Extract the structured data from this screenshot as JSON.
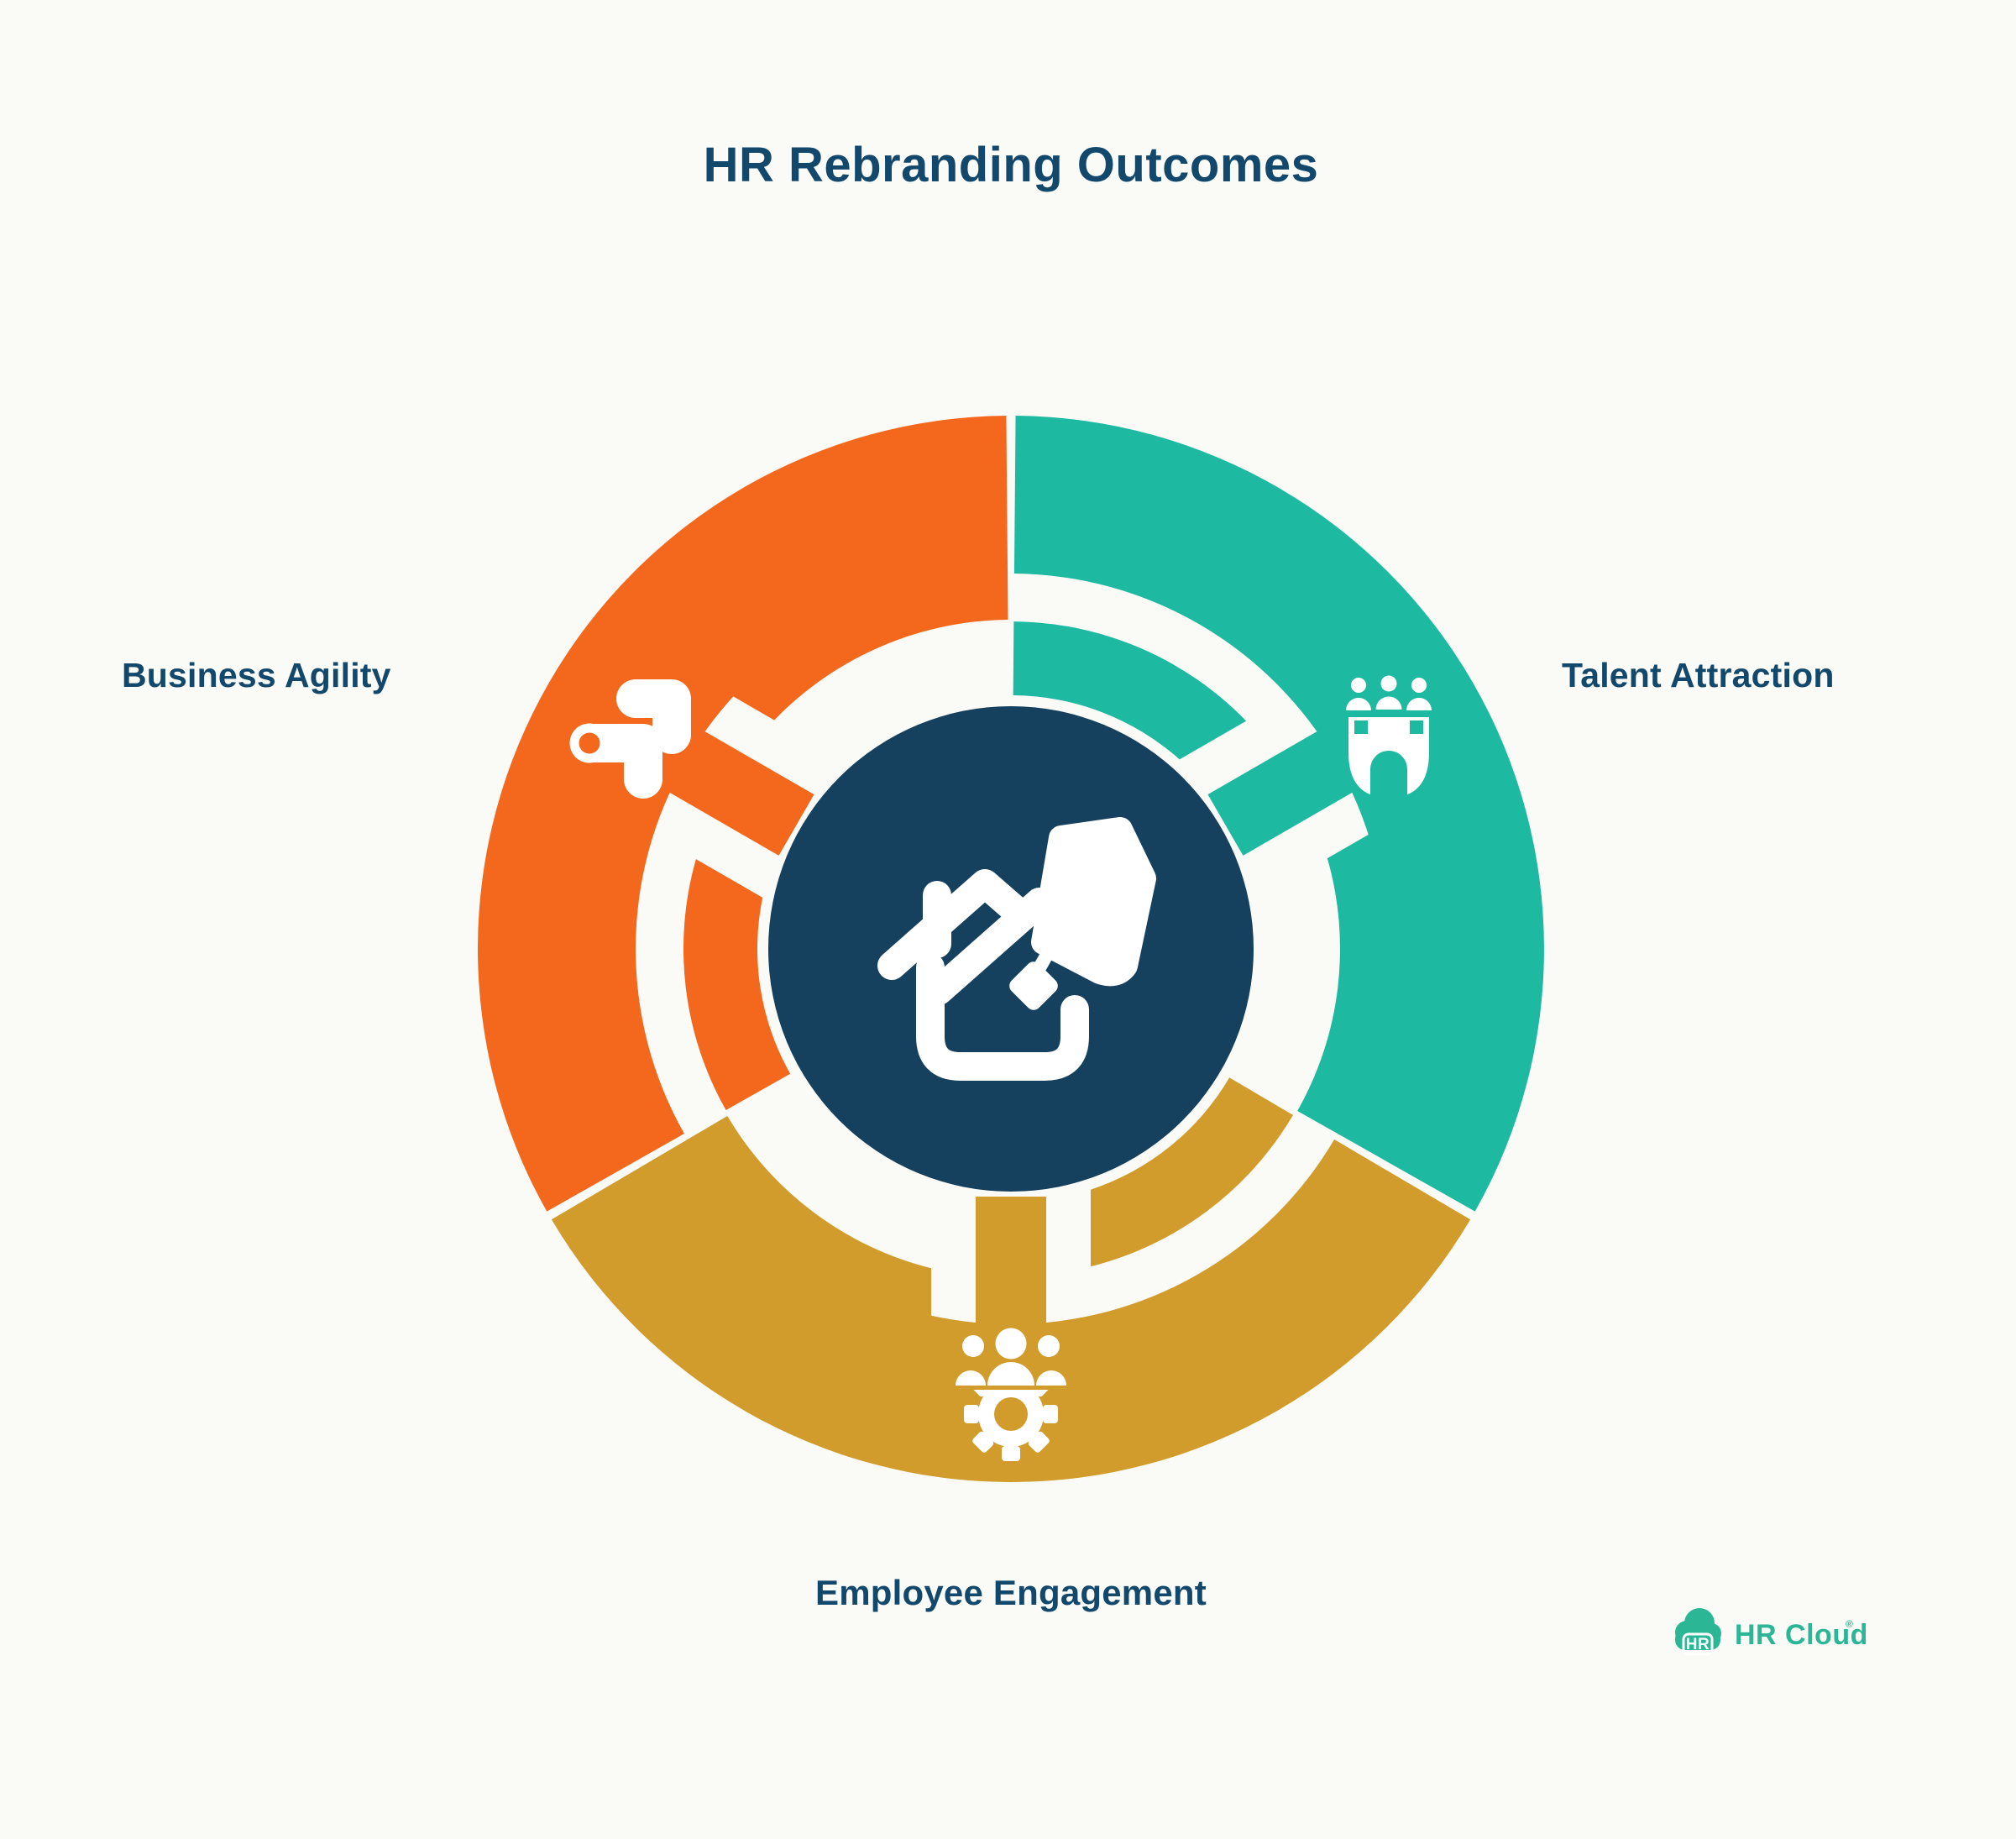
{
  "title": "HR Rebranding Outcomes",
  "colors": {
    "background": "#FAFAF7",
    "white": "#FFFFFF",
    "navy_center": "#15405E",
    "label_text": "#13486D",
    "logo_teal": "#2BB795"
  },
  "segments": [
    {
      "id": "business-agility",
      "label": "Business Agility",
      "color": "#F3681C",
      "icon": "agility-arrows-icon",
      "label_position": "left"
    },
    {
      "id": "talent-attraction",
      "label": "Talent Attraction",
      "color": "#1DB9A1",
      "icon": "magnet-people-icon",
      "label_position": "right"
    },
    {
      "id": "employee-engagement",
      "label": "Employee Engagement",
      "color": "#D19C2B",
      "icon": "people-gear-icon",
      "label_position": "bottom"
    }
  ],
  "center": {
    "icon": "house-rebranding-icon"
  },
  "logo": {
    "badge_text": "HR",
    "wordmark": "HR Cloud",
    "registered_mark": "®"
  }
}
